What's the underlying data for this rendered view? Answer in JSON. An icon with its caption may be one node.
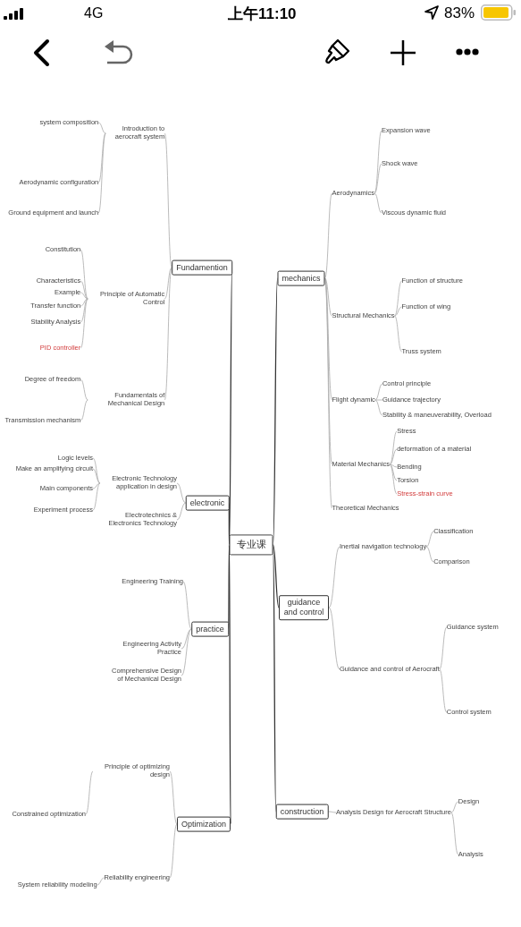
{
  "diagram": {
    "nodes": [
      {
        "text": [
          "专业课"
        ]
      },
      {
        "text": [
          "Fundamention"
        ]
      },
      {
        "text": [
          "electronic"
        ]
      },
      {
        "text": [
          "practice"
        ]
      },
      {
        "text": [
          "Optimization"
        ]
      },
      {
        "text": [
          "mechanics"
        ]
      },
      {
        "text": [
          "guidance and control"
        ]
      },
      {
        "text": [
          "construction"
        ]
      },
      {
        "text": [
          "Introduction to aerocraft system"
        ]
      },
      {
        "text": [
          "Principle of Automatic Control"
        ]
      },
      {
        "text": [
          "Fundamentals of Mechanical Design"
        ]
      },
      {
        "text": [
          "Electronic Technology application in design"
        ]
      },
      {
        "text": [
          "Electrotechnics & Electronics Technology"
        ]
      },
      {
        "text": [
          "Engineering Training"
        ]
      },
      {
        "text": [
          "Engineering Activity Practice"
        ]
      },
      {
        "text": [
          "Comprehensive Design of Mechanical Design"
        ]
      },
      {
        "text": [
          "Principle of optimizing design"
        ]
      },
      {
        "text": [
          "Reliability engineering"
        ]
      },
      {
        "text": [
          "Aerodynamics"
        ]
      },
      {
        "text": [
          "Structural Mechanics"
        ]
      },
      {
        "text": [
          "Flight dynamic"
        ]
      },
      {
        "text": [
          "Material Mechanics"
        ]
      },
      {
        "text": [
          "Theoretical Mechanics"
        ]
      },
      {
        "text": [
          "Inertial navigation technology"
        ]
      },
      {
        "text": [
          "Guidance and control of Aerocraft"
        ]
      },
      {
        "text": [
          "Analysis Design for Aerocraft Structure"
        ]
      },
      {
        "text": [
          "system composition"
        ]
      },
      {
        "text": [
          "Aerodynamic configuration"
        ]
      },
      {
        "text": [
          "Ground equipment and launch"
        ]
      },
      {
        "text": [
          "Constitution"
        ]
      },
      {
        "text": [
          "Characteristics"
        ]
      },
      {
        "text": [
          "Example"
        ]
      },
      {
        "text": [
          "Transfer function"
        ]
      },
      {
        "text": [
          "Stability Analysis"
        ]
      },
      {
        "text": [
          "PID controller"
        ]
      },
      {
        "text": [
          "Degree of freedom"
        ]
      },
      {
        "text": [
          "Transmission mechanism"
        ]
      },
      {
        "text": [
          "Logic levels"
        ]
      },
      {
        "text": [
          "Make an amplifying circuit"
        ]
      },
      {
        "text": [
          "Main components"
        ]
      },
      {
        "text": [
          "Experiment process"
        ]
      },
      {
        "text": [
          "Constrained optimization"
        ]
      },
      {
        "text": [
          "System reliability modeling"
        ]
      },
      {
        "text": [
          "Expansion wave"
        ]
      },
      {
        "text": [
          "Shock wave"
        ]
      },
      {
        "text": [
          "Viscous dynamic fluid"
        ]
      },
      {
        "text": [
          "Function of structure"
        ]
      },
      {
        "text": [
          "Function of wing"
        ]
      },
      {
        "text": [
          "Truss system"
        ]
      },
      {
        "text": [
          "Control principle"
        ]
      },
      {
        "text": [
          "Guidance trajectory"
        ]
      },
      {
        "text": [
          "Stability & maneuverability, Overload"
        ]
      },
      {
        "text": [
          "Stress"
        ]
      },
      {
        "text": [
          "deformation of a material"
        ]
      },
      {
        "text": [
          "Bending"
        ]
      },
      {
        "text": [
          "Torsion"
        ]
      },
      {
        "text": [
          "Stress-strain curve"
        ]
      },
      {
        "text": [
          "Classification"
        ]
      },
      {
        "text": [
          "Comparison"
        ]
      },
      {
        "text": [
          "Guidance system"
        ]
      },
      {
        "text": [
          "Control system"
        ]
      },
      {
        "text": [
          "Design"
        ]
      },
      {
        "text": [
          "Analysis"
        ]
      }
    ],
    "edges": [
      {
        "from": 0,
        "to": 1,
        "arrow": "none",
        "color": "#333333"
      },
      {
        "from": 0,
        "to": 2,
        "arrow": "none",
        "color": "#333333"
      },
      {
        "from": 0,
        "to": 3,
        "arrow": "none",
        "color": "#333333"
      },
      {
        "from": 0,
        "to": 4,
        "arrow": "none",
        "color": "#333333"
      },
      {
        "from": 0,
        "to": 5,
        "arrow": "none",
        "color": "#333333"
      },
      {
        "from": 0,
        "to": 6,
        "arrow": "none",
        "color": "#333333"
      },
      {
        "from": 0,
        "to": 7,
        "arrow": "none",
        "color": "#333333"
      },
      {
        "from": 1,
        "to": 8,
        "arrow": "none"
      },
      {
        "from": 1,
        "to": 9,
        "arrow": "none"
      },
      {
        "from": 1,
        "to": 10,
        "arrow": "none"
      },
      {
        "from": 2,
        "to": 11,
        "arrow": "none"
      },
      {
        "from": 2,
        "to": 12,
        "arrow": "none"
      },
      {
        "from": 3,
        "to": 13,
        "arrow": "none"
      },
      {
        "from": 3,
        "to": 14,
        "arrow": "none"
      },
      {
        "from": 3,
        "to": 15,
        "arrow": "none"
      },
      {
        "from": 4,
        "to": 16,
        "arrow": "none"
      },
      {
        "from": 4,
        "to": 17,
        "arrow": "none"
      },
      {
        "from": 5,
        "to": 18,
        "arrow": "none"
      },
      {
        "from": 5,
        "to": 19,
        "arrow": "none"
      },
      {
        "from": 5,
        "to": 20,
        "arrow": "none"
      },
      {
        "from": 5,
        "to": 21,
        "arrow": "none"
      },
      {
        "from": 5,
        "to": 22,
        "arrow": "none"
      },
      {
        "from": 6,
        "to": 23,
        "arrow": "none"
      },
      {
        "from": 6,
        "to": 24,
        "arrow": "none"
      },
      {
        "from": 7,
        "to": 25,
        "arrow": "none"
      },
      {
        "from": 8,
        "to": 26,
        "arrow": "none"
      },
      {
        "from": 8,
        "to": 27,
        "arrow": "none"
      },
      {
        "from": 8,
        "to": 28,
        "arrow": "none"
      },
      {
        "from": 9,
        "to": 29,
        "arrow": "none"
      },
      {
        "from": 9,
        "to": 30,
        "arrow": "none"
      },
      {
        "from": 9,
        "to": 31,
        "arrow": "none"
      },
      {
        "from": 9,
        "to": 32,
        "arrow": "none"
      },
      {
        "from": 9,
        "to": 33,
        "arrow": "none"
      },
      {
        "from": 9,
        "to": 34,
        "arrow": "none"
      },
      {
        "from": 10,
        "to": 35,
        "arrow": "none"
      },
      {
        "from": 10,
        "to": 36,
        "arrow": "none"
      },
      {
        "from": 11,
        "to": 37,
        "arrow": "none"
      },
      {
        "from": 11,
        "to": 38,
        "arrow": "none"
      },
      {
        "from": 11,
        "to": 39,
        "arrow": "none"
      },
      {
        "from": 11,
        "to": 40,
        "arrow": "none"
      },
      {
        "from": 16,
        "to": 41,
        "arrow": "none"
      },
      {
        "from": 17,
        "to": 42,
        "arrow": "none"
      },
      {
        "from": 18,
        "to": 43,
        "arrow": "none"
      },
      {
        "from": 18,
        "to": 44,
        "arrow": "none"
      },
      {
        "from": 18,
        "to": 45,
        "arrow": "none"
      },
      {
        "from": 19,
        "to": 46,
        "arrow": "none"
      },
      {
        "from": 19,
        "to": 47,
        "arrow": "none"
      },
      {
        "from": 19,
        "to": 48,
        "arrow": "none"
      },
      {
        "from": 20,
        "to": 49,
        "arrow": "none"
      },
      {
        "from": 20,
        "to": 50,
        "arrow": "none"
      },
      {
        "from": 20,
        "to": 51,
        "arrow": "none"
      },
      {
        "from": 21,
        "to": 52,
        "arrow": "none"
      },
      {
        "from": 21,
        "to": 53,
        "arrow": "none"
      },
      {
        "from": 21,
        "to": 54,
        "arrow": "none"
      },
      {
        "from": 21,
        "to": 55,
        "arrow": "none"
      },
      {
        "from": 21,
        "to": 56,
        "arrow": "none"
      },
      {
        "from": 23,
        "to": 57,
        "arrow": "none"
      },
      {
        "from": 23,
        "to": 58,
        "arrow": "none"
      },
      {
        "from": 24,
        "to": 59,
        "arrow": "none"
      },
      {
        "from": 24,
        "to": 60,
        "arrow": "none"
      },
      {
        "from": 25,
        "to": 61,
        "arrow": "none"
      },
      {
        "from": 25,
        "to": 62,
        "arrow": "none"
      }
    ],
    "labels": [
      "4G",
      "上午11:10",
      "83%"
    ]
  }
}
